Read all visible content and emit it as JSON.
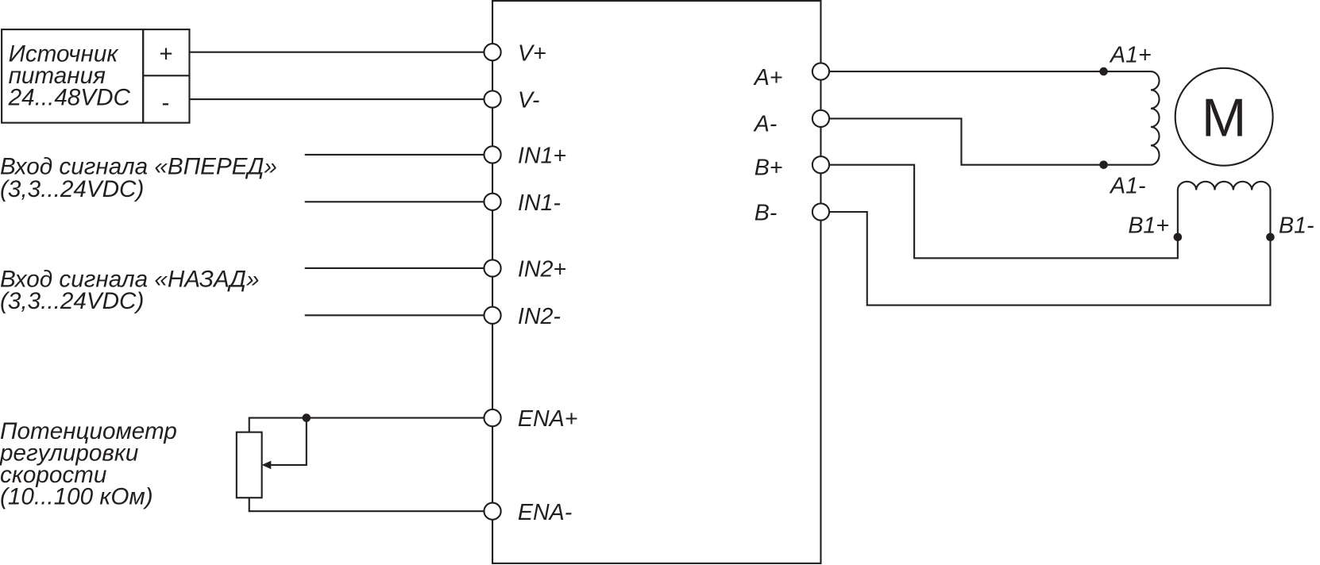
{
  "power_source": {
    "label_lines": [
      "Источник",
      "питания",
      "24...48VDC"
    ],
    "plus": "+",
    "minus": "-"
  },
  "inputs": {
    "forward": {
      "lines": [
        "Вход сигнала «ВПЕРЕД»",
        "(3,3...24VDC)"
      ]
    },
    "backward": {
      "lines": [
        "Вход сигнала «НАЗАД»",
        "(3,3...24VDC)"
      ]
    },
    "potentiometer": {
      "lines": [
        "Потенциометр",
        "регулировки",
        "скорости",
        "(10...100 кОм)"
      ]
    }
  },
  "driver_left_terminals": [
    "V+",
    "V-",
    "IN1+",
    "IN1-",
    "IN2+",
    "IN2-",
    "ENA+",
    "ENA-"
  ],
  "driver_right_terminals": [
    "A+",
    "A-",
    "B+",
    "B-"
  ],
  "motor": {
    "letter": "M",
    "coil_labels": {
      "a1_plus": "A1+",
      "a1_minus": "A1-",
      "b1_plus": "B1+",
      "b1_minus": "B1-"
    }
  }
}
